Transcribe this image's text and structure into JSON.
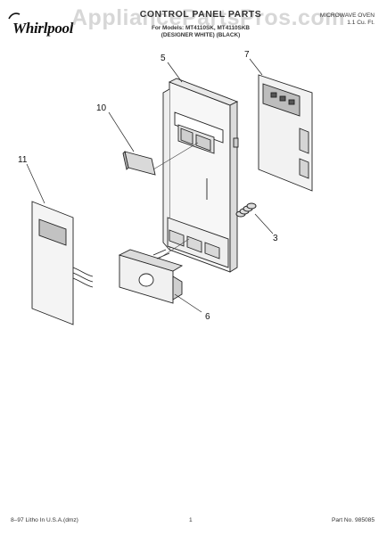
{
  "header": {
    "brand": "Whirlpool",
    "title": "CONTROL PANEL PARTS",
    "subtitle_line1": "For Models: MT4110SK, MT4110SKB",
    "subtitle_line2": "(DESIGNER WHITE) (BLACK)",
    "product_line1": "MICROWAVE OVEN",
    "product_line2": "1.1 Cu. Ft."
  },
  "watermark": "AppliancePartsPros.com",
  "callouts": {
    "c5": "5",
    "c7": "7",
    "c10": "10",
    "c11": "11",
    "c3": "3",
    "c6": "6"
  },
  "footer": {
    "left": "8–97 Litho In U.S.A.(dmz)",
    "page": "1",
    "part_no": "Part No. 985085"
  }
}
